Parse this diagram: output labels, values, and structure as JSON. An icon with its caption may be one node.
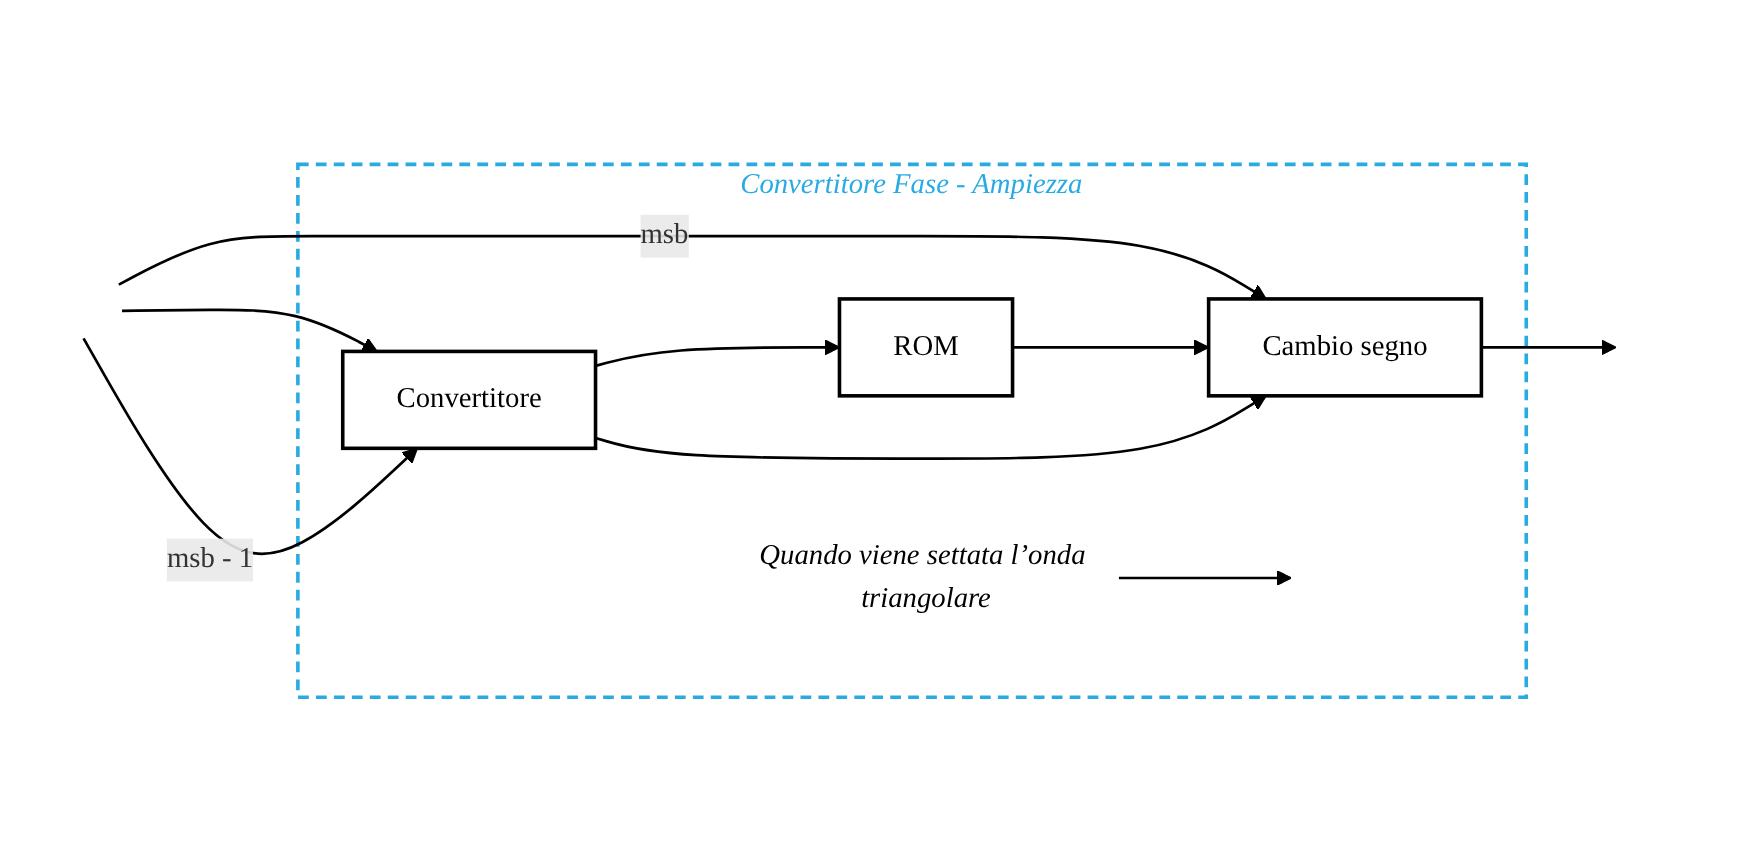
{
  "diagram": {
    "nodes": [
      {
        "text": [
          "Convertitore Fase - Ampiezza"
        ]
      },
      {
        "text": [
          "Convertitore"
        ],
        "in": 0
      },
      {
        "text": [
          "ROM"
        ],
        "in": 0
      },
      {
        "text": [
          "Cambio segno"
        ],
        "in": 0
      },
      {
        "text": [
          "Quando viene settata l’onda triangolare"
        ],
        "in": 0
      }
    ],
    "edges": [
      {
        "from": null,
        "to": 1,
        "arrow": "to"
      },
      {
        "from": null,
        "to": 1,
        "label": "msb - 1",
        "arrow": "to"
      },
      {
        "from": null,
        "to": 3,
        "label": "msb",
        "arrow": "to"
      },
      {
        "from": 1,
        "to": 2,
        "arrow": "to"
      },
      {
        "from": 2,
        "to": 3,
        "arrow": "to"
      },
      {
        "from": 1,
        "to": 3,
        "arrow": "to"
      },
      {
        "from": 3,
        "to": null,
        "arrow": "to"
      },
      {
        "from": 4,
        "to": null,
        "arrow": "to"
      }
    ]
  }
}
